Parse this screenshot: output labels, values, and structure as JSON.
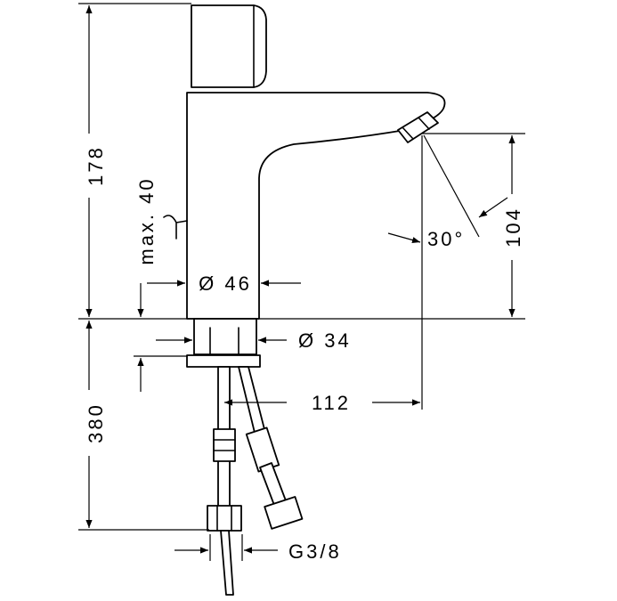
{
  "dimensions": {
    "total_height": "178",
    "max_height": "max. 40",
    "body_diameter": "Ø 46",
    "shank_diameter": "Ø 34",
    "hose_length": "380",
    "spout_reach": "112",
    "spout_height": "104",
    "spray_angle": "30°",
    "thread": "G3/8"
  },
  "colors": {
    "line": "#000000",
    "background": "#ffffff"
  }
}
